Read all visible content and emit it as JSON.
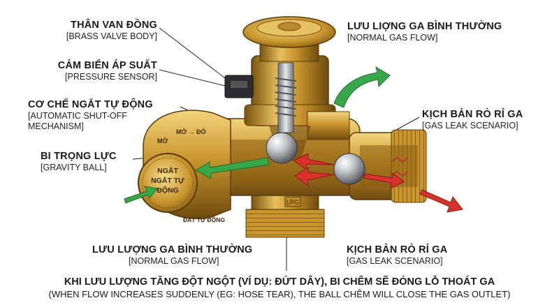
{
  "labels": {
    "brass_body": {
      "vn": "THÂN VAN ĐỒNG",
      "en": "[BRASS VALVE BODY]"
    },
    "pressure_sensor": {
      "vn": "CẢM BIẾN ÁP SUẤT",
      "en": "[PRESSURE SENSOR]"
    },
    "shutoff": {
      "vn": "CƠ CHẾ NGẮT TỰ ĐỘNG",
      "en1": "[AUTOMATIC SHUT-OFF",
      "en2": "MECHANISM]"
    },
    "gravity_ball": {
      "vn": "BI TRỌNG LỰC",
      "en": "[GRAVITY BALL]"
    },
    "normal_flow_top": {
      "vn": "LƯU LIỢNG GA BÌNH THƯỜNG",
      "en": "[NORMAL GAS FLOW]"
    },
    "leak_right": {
      "vn": "KỊCH BẢN RÒ RỈ GA",
      "en": "[GAS LEAK SCENARIO]"
    },
    "normal_flow_bottom": {
      "vn": "LƯU LƯỢNG GA BÌNH THƯỜNG",
      "en": "[NORMAL GAS FLOW]"
    },
    "leak_bottom": {
      "vn": "KỊCH BẢN RÒ RỈ GA",
      "en": "[GAS LEAK SCENARIO]"
    }
  },
  "caption": {
    "vn": "KHI LƯU LƯỢNG TĂNG ĐỘT NGỘT (VÍ DỤ: ĐỨT DÂY), BI CHÊM SẼ ĐÓNG LỖ THOÁT GA",
    "en": "(WHEN FLOW INCREASES SUDDENLY (EG: HOSE TEAR), THE BALL CHÊM WILL CLOSE THE GAS OUTLET)"
  },
  "knob": {
    "line1": "NGẮT",
    "line2": "NGẮT TỰ",
    "line3": "ĐỘNG",
    "arc_top": "MỞ",
    "arc_mid": "MỞ → ĐÓ",
    "arc_bottom": "ĐẮT TỰ ĐỘNG"
  },
  "stamp": "LPG",
  "colors": {
    "brass": "#c9962e",
    "brass_dark": "#7a5410",
    "brass_light": "#f0cf74",
    "flow_green": "#3aa64a",
    "leak_red": "#d8322b",
    "steel": "#b8bcc2"
  }
}
